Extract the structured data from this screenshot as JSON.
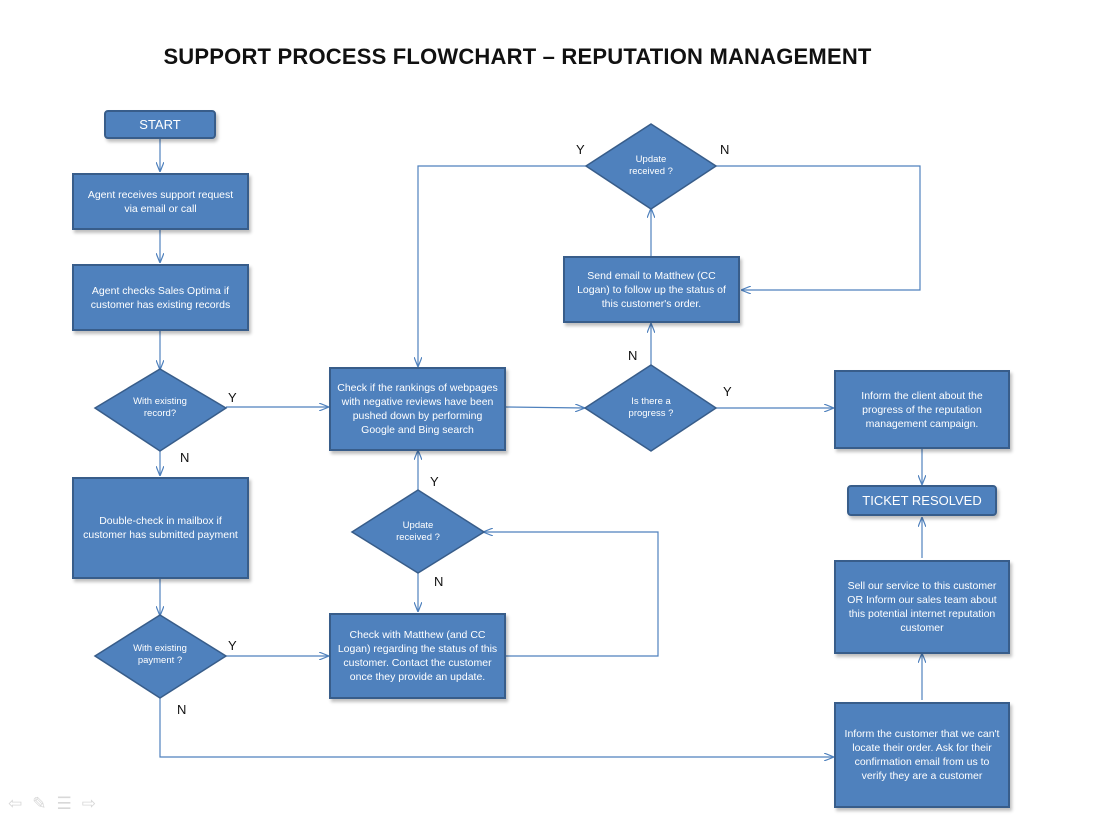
{
  "title": "SUPPORT PROCESS FLOWCHART – REPUTATION MANAGEMENT",
  "nodes": {
    "start": "START",
    "agent_receives": "Agent receives support request via email or call",
    "agent_checks": "Agent checks Sales Optima if customer has existing records",
    "with_record": "With existing record?",
    "double_check": "Double-check in mailbox if customer has submitted payment",
    "with_payment": "With existing payment ?",
    "check_rankings": "Check if the rankings of webpages with negative reviews have been pushed down by performing Google and Bing search",
    "update_received_low": "Update received ?",
    "check_with_matthew": "Check with Matthew (and CC Logan) regarding the status of this customer. Contact the customer once they provide an update.",
    "is_progress": "Is there a progress ?",
    "send_email": "Send email to Matthew (CC Logan) to follow up the status of this customer's order.",
    "update_received_top": "Update received ?",
    "inform_client": "Inform the client about the progress of the reputation management campaign.",
    "ticket_resolved": "TICKET RESOLVED",
    "sell_service": "Sell our service to this customer OR Inform our sales team about this potential internet reputation customer",
    "inform_customer": "Inform the customer that we can't locate their order. Ask for their confirmation email from us to verify they are a customer"
  },
  "branch_labels": {
    "record_yes": "Y",
    "record_no": "N",
    "payment_yes": "Y",
    "payment_no": "N",
    "update_low_yes": "Y",
    "update_low_no": "N",
    "progress_yes": "Y",
    "progress_no": "N",
    "update_top_yes": "Y",
    "update_top_no": "N"
  },
  "nav_icons": [
    "back-arrow-icon",
    "pen-icon",
    "menu-icon",
    "forward-arrow-icon"
  ],
  "colors": {
    "shape_fill": "#4f81bd",
    "shape_border": "#385d8a",
    "connector": "#4f81bd"
  }
}
